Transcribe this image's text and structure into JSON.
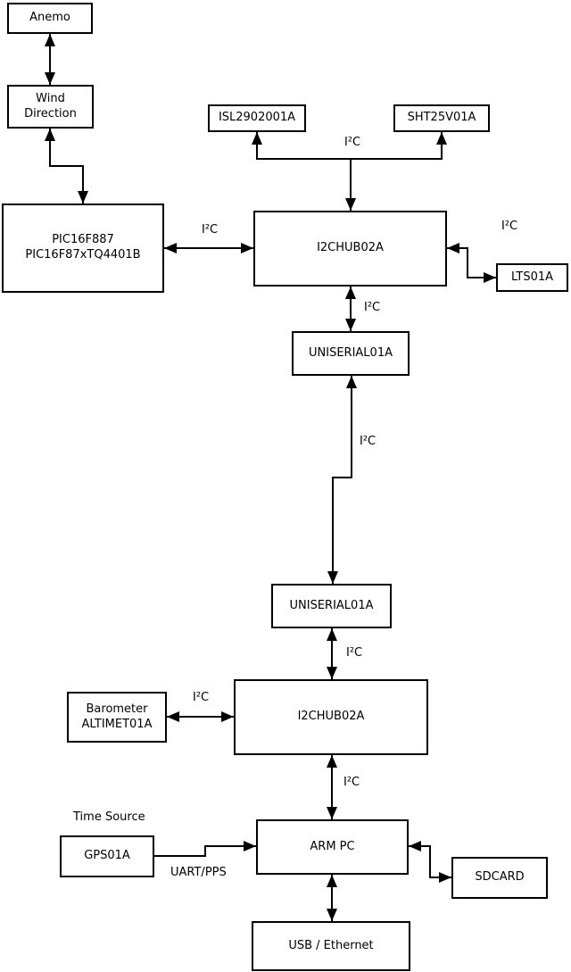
{
  "nodes": {
    "anemo": {
      "label": "Anemo"
    },
    "wind_direction": {
      "label": "Wind\nDirection"
    },
    "pic": {
      "label": "PIC16F887\nPIC16F87xTQ4401B"
    },
    "isl": {
      "label": "ISL2902001A"
    },
    "sht": {
      "label": "SHT25V01A"
    },
    "hub1": {
      "label": "I2CHUB02A"
    },
    "lts": {
      "label": "LTS01A"
    },
    "uniserial1": {
      "label": "UNISERIAL01A"
    },
    "uniserial2": {
      "label": "UNISERIAL01A"
    },
    "hub2": {
      "label": "I2CHUB02A"
    },
    "barometer": {
      "label": "Barometer\nALTIMET01A"
    },
    "arm_pc": {
      "label": "ARM PC"
    },
    "gps": {
      "label": "GPS01A"
    },
    "sdcard": {
      "label": "SDCARD"
    },
    "usb_ethernet": {
      "label": "USB / Ethernet"
    }
  },
  "edge_labels": {
    "sensors_i2c": "I²C",
    "pic_hub_i2c": "I²C",
    "lts_i2c": "I²C",
    "hub1_uniserial_i2c": "I²C",
    "uniserial_link_i2c": "I²C",
    "uniserial2_hub2_i2c": "I²C",
    "barometer_i2c": "I²C",
    "hub2_arm_i2c": "I²C",
    "gps_arm_uart": "UART/PPS",
    "time_source": "Time Source"
  },
  "colors": {
    "background": "#ffffff",
    "box_fill": "#ffffff",
    "box_border": "#000000",
    "line": "#000000",
    "text": "#000000"
  }
}
